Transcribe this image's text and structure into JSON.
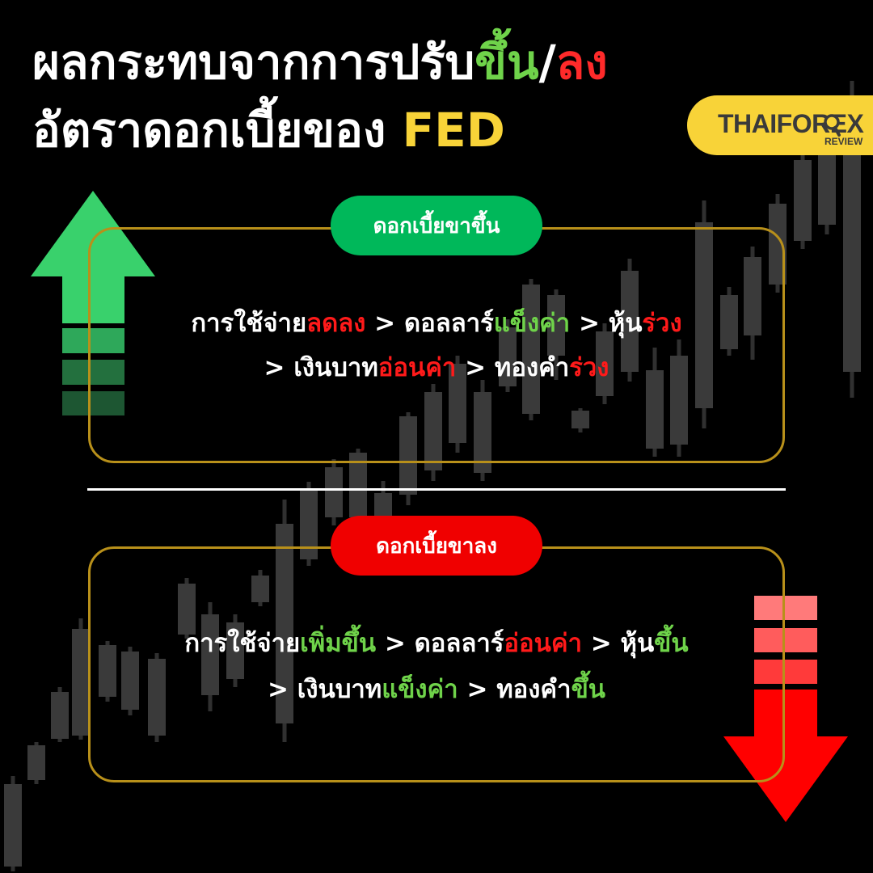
{
  "title": {
    "line1_prefix": "ผลกระทบจากการปรับ",
    "line1_up": "ขึ้น",
    "line1_slash": "/",
    "line1_down": "ลง",
    "line2_prefix": "อัตราดอกเบี้ยของ ",
    "line2_fed": "FED"
  },
  "logo": {
    "main": "THAIFOREX",
    "sub": "REVIEW"
  },
  "rate_up": {
    "pill": "ดอกเบี้ยขาขึ้น",
    "line1": [
      "การใช้จ่าย",
      "ลดลง",
      " > ดอลลาร์",
      "แข็งค่า",
      " > หุ้น",
      "ร่วง"
    ],
    "line2": [
      "> เงินบาท",
      "อ่อนค่า",
      " > ทองคำ",
      "ร่วง"
    ]
  },
  "rate_down": {
    "pill": "ดอกเบี้ยขาลง",
    "line1": [
      "การใช้จ่าย",
      "เพิ่มขึ้น",
      " > ดอลลาร์",
      "อ่อนค่า",
      " > หุ้น",
      "ขึ้น"
    ],
    "line2": [
      "> เงินบาท",
      "แข็งค่า",
      " > ทองคำ",
      "ขึ้น"
    ]
  },
  "colors": {
    "background": "#000000",
    "text": "#ffffff",
    "green": "#6fd34a",
    "red": "#ff1a1a",
    "yellow": "#f8d338",
    "pill_green": "#00b85a",
    "pill_red": "#f00000",
    "box_border": "#b8901a"
  },
  "icons": [
    "green-up-arrow-icon",
    "red-down-arrow-icon",
    "magnifier-icon"
  ]
}
